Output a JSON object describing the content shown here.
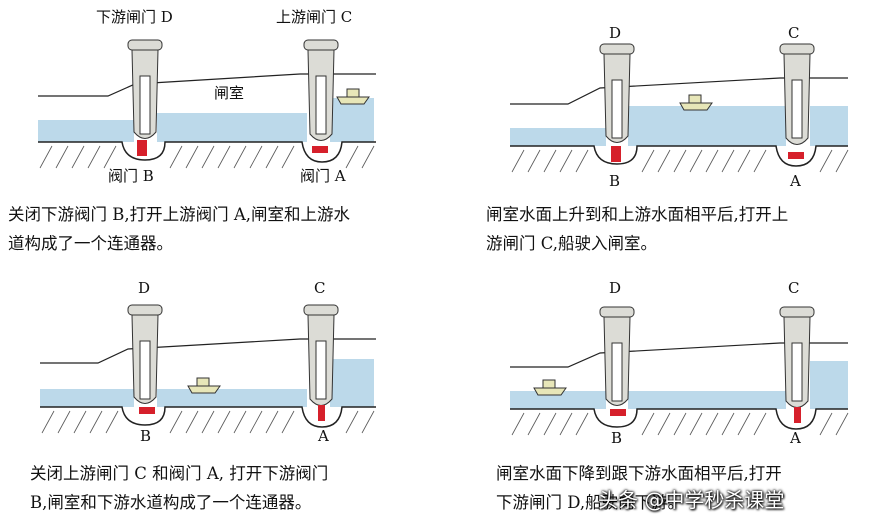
{
  "panels": [
    {
      "id": "p1",
      "gate_top_left": "下游闸门 D",
      "gate_top_right": "上游闸门 C",
      "chamber_label": "闸室",
      "valve_left": "阀门 B",
      "valve_right": "阀门 A",
      "caption_line1": "关闭下游阀门 B,打开上游阀门 A,闸室和上游水",
      "caption_line2": "道构成了一个连通器。"
    },
    {
      "id": "p2",
      "gate_top_left": "D",
      "gate_top_right": "C",
      "chamber_label": "",
      "valve_left": "B",
      "valve_right": "A",
      "caption_line1": "闸室水面上升到和上游水面相平后,打开上",
      "caption_line2": "游闸门 C,船驶入闸室。"
    },
    {
      "id": "p3",
      "gate_top_left": "D",
      "gate_top_right": "C",
      "chamber_label": "",
      "valve_left": "B",
      "valve_right": "A",
      "caption_line1": "关闭上游闸门 C 和阀门 A, 打开下游阀门",
      "caption_line2": "B,闸室和下游水道构成了一个连通器。"
    },
    {
      "id": "p4",
      "gate_top_left": "D",
      "gate_top_right": "C",
      "chamber_label": "",
      "valve_left": "B",
      "valve_right": "A",
      "caption_line1": "闸室水面下降到跟下游水面相平后,打开",
      "caption_line2": "下游闸门 D,船驶向下游。"
    }
  ],
  "watermark": "头条 @中学秒杀课堂",
  "colors": {
    "water": "#bcd9ea",
    "valve": "#d6202b",
    "gate": "#dcdcd6",
    "boat": "#e7e6b8"
  }
}
